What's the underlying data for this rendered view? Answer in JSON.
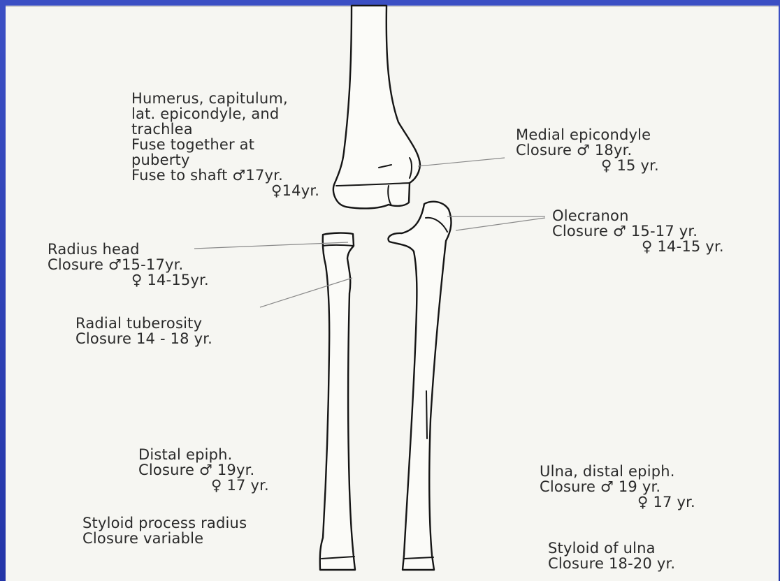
{
  "labels": {
    "humerus": {
      "lines": [
        "Humerus, capitulum,",
        "lat. epicondyle, and",
        "trachlea",
        "Fuse together at",
        "puberty",
        "Fuse to shaft ♂17yr."
      ],
      "female": "♀14yr."
    },
    "medial_epicondyle": {
      "title": "Medial epicondyle",
      "male": "Closure ♂ 18yr.",
      "female": "♀ 15 yr."
    },
    "olecranon": {
      "title": "Olecranon",
      "male": "Closure ♂ 15-17 yr.",
      "female": "♀ 14-15 yr."
    },
    "radius_head": {
      "title": "Radius head",
      "male": "Closure ♂15-17yr.",
      "female": "♀ 14-15yr."
    },
    "radial_tuberosity": {
      "title": "Radial tuberosity",
      "closure": "Closure 14 - 18 yr."
    },
    "distal_epiph": {
      "title": "Distal epiph.",
      "male": "Closure ♂ 19yr.",
      "female": "♀ 17 yr."
    },
    "styloid_radius": {
      "title": "Styloid process radius",
      "closure": "Closure variable"
    },
    "ulna_distal": {
      "title": "Ulna, distal epiph.",
      "male": "Closure ♂ 19 yr.",
      "female": "♀ 17 yr."
    },
    "styloid_ulna": {
      "title": "Styloid of ulna",
      "closure": "Closure 18-20 yr."
    }
  }
}
